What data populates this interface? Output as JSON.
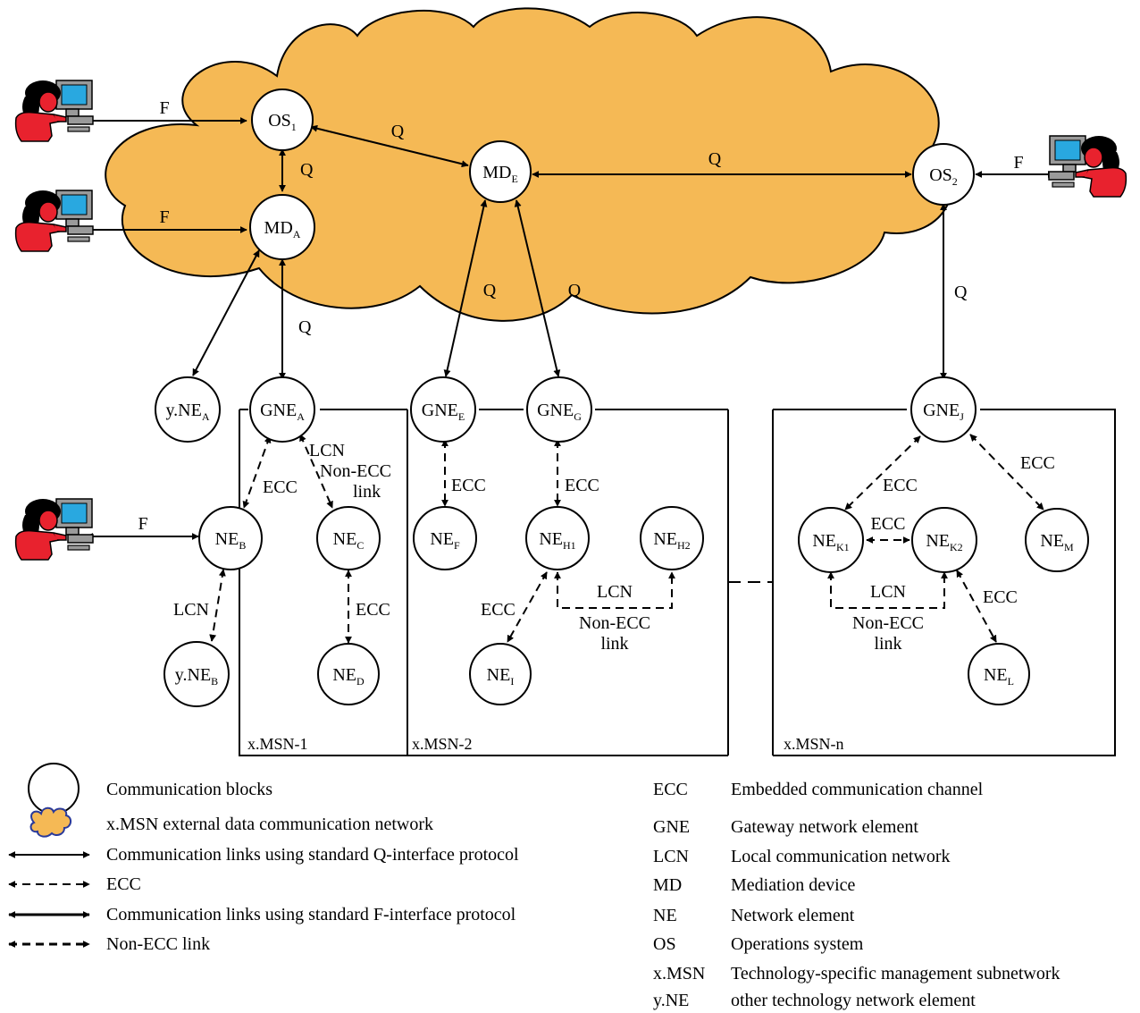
{
  "nodes": {
    "os1": {
      "main": "OS",
      "sub": "1"
    },
    "os2": {
      "main": "OS",
      "sub": "2"
    },
    "mda": {
      "main": "MD",
      "sub": "A"
    },
    "mde": {
      "main": "MD",
      "sub": "E"
    },
    "yna": {
      "main": "y.NE",
      "sub": "A"
    },
    "gnea": {
      "main": "GNE",
      "sub": "A"
    },
    "gnee": {
      "main": "GNE",
      "sub": "E"
    },
    "gneg": {
      "main": "GNE",
      "sub": "G"
    },
    "gnej": {
      "main": "GNE",
      "sub": "J"
    },
    "neb": {
      "main": "NE",
      "sub": "B"
    },
    "nec": {
      "main": "NE",
      "sub": "C"
    },
    "ned": {
      "main": "NE",
      "sub": "D"
    },
    "ynb": {
      "main": "y.NE",
      "sub": "B"
    },
    "nef": {
      "main": "NE",
      "sub": "F"
    },
    "neh1": {
      "main": "NE",
      "sub": "H1"
    },
    "neh2": {
      "main": "NE",
      "sub": "H2"
    },
    "nei": {
      "main": "NE",
      "sub": "I"
    },
    "nek1": {
      "main": "NE",
      "sub": "K1"
    },
    "nek2": {
      "main": "NE",
      "sub": "K2"
    },
    "nem": {
      "main": "NE",
      "sub": "M"
    },
    "nel": {
      "main": "NE",
      "sub": "L"
    }
  },
  "link_labels": {
    "f_os1": "F",
    "f_mda": "F",
    "f_neb": "F",
    "f_os2": "F",
    "q_os1_mda": "Q",
    "q_os1_mde": "Q",
    "q_mde_os2": "Q",
    "q_mda_gnea": "Q",
    "q_mde_gnee": "Q",
    "q_mde_gneg": "Q",
    "q_os2_gnej": "Q",
    "ecc_gnea_neb": "ECC",
    "lcn_gnea_nec": "LCN",
    "nonecc_gnea_nec_1": "Non-ECC",
    "nonecc_gnea_nec_2": "link",
    "lcn_neb_ynb": "LCN",
    "ecc_nec_ned": "ECC",
    "ecc_gnee_nef": "ECC",
    "ecc_gneg_neh1": "ECC",
    "ecc_neh1_nei": "ECC",
    "lcn_neh": "LCN",
    "nonecc_neh_1": "Non-ECC",
    "nonecc_neh_2": "link",
    "ecc_gnej_nek1": "ECC",
    "ecc_gnej_nem": "ECC",
    "ecc_nek": "ECC",
    "lcn_nek": "LCN",
    "nonecc_nek_1": "Non-ECC",
    "nonecc_nek_2": "link",
    "ecc_nek2_nel": "ECC"
  },
  "subnetworks": {
    "msn1": "x.MSN-1",
    "msn2": "x.MSN-2",
    "msnn": "x.MSN-n"
  },
  "legend_symbols": {
    "blocks": "Communication blocks",
    "cloud": "x.MSN external data communication network",
    "q_link": "Communication links using standard Q-interface protocol",
    "ecc": "ECC",
    "f_link": "Communication links using standard F-interface protocol",
    "non_ecc": "Non-ECC link"
  },
  "abbreviations": [
    {
      "abbr": "ECC",
      "desc": "Embedded communication channel"
    },
    {
      "abbr": "GNE",
      "desc": "Gateway network element"
    },
    {
      "abbr": "LCN",
      "desc": "Local communication network"
    },
    {
      "abbr": "MD",
      "desc": "Mediation device"
    },
    {
      "abbr": "NE",
      "desc": "Network element"
    },
    {
      "abbr": "OS",
      "desc": "Operations system"
    },
    {
      "abbr": "x.MSN",
      "desc": "Technology-specific management subnetwork"
    },
    {
      "abbr": "y.NE",
      "desc": "other technology network element"
    }
  ],
  "colors": {
    "cloud": "#f5b955",
    "person_body": "#e8222e",
    "person_hair": "#000000",
    "screen": "#29a8e0",
    "monitor": "#9a9a9a"
  },
  "icons": {
    "operator": "operator-workstation-icon",
    "cloud": "cloud-icon"
  }
}
